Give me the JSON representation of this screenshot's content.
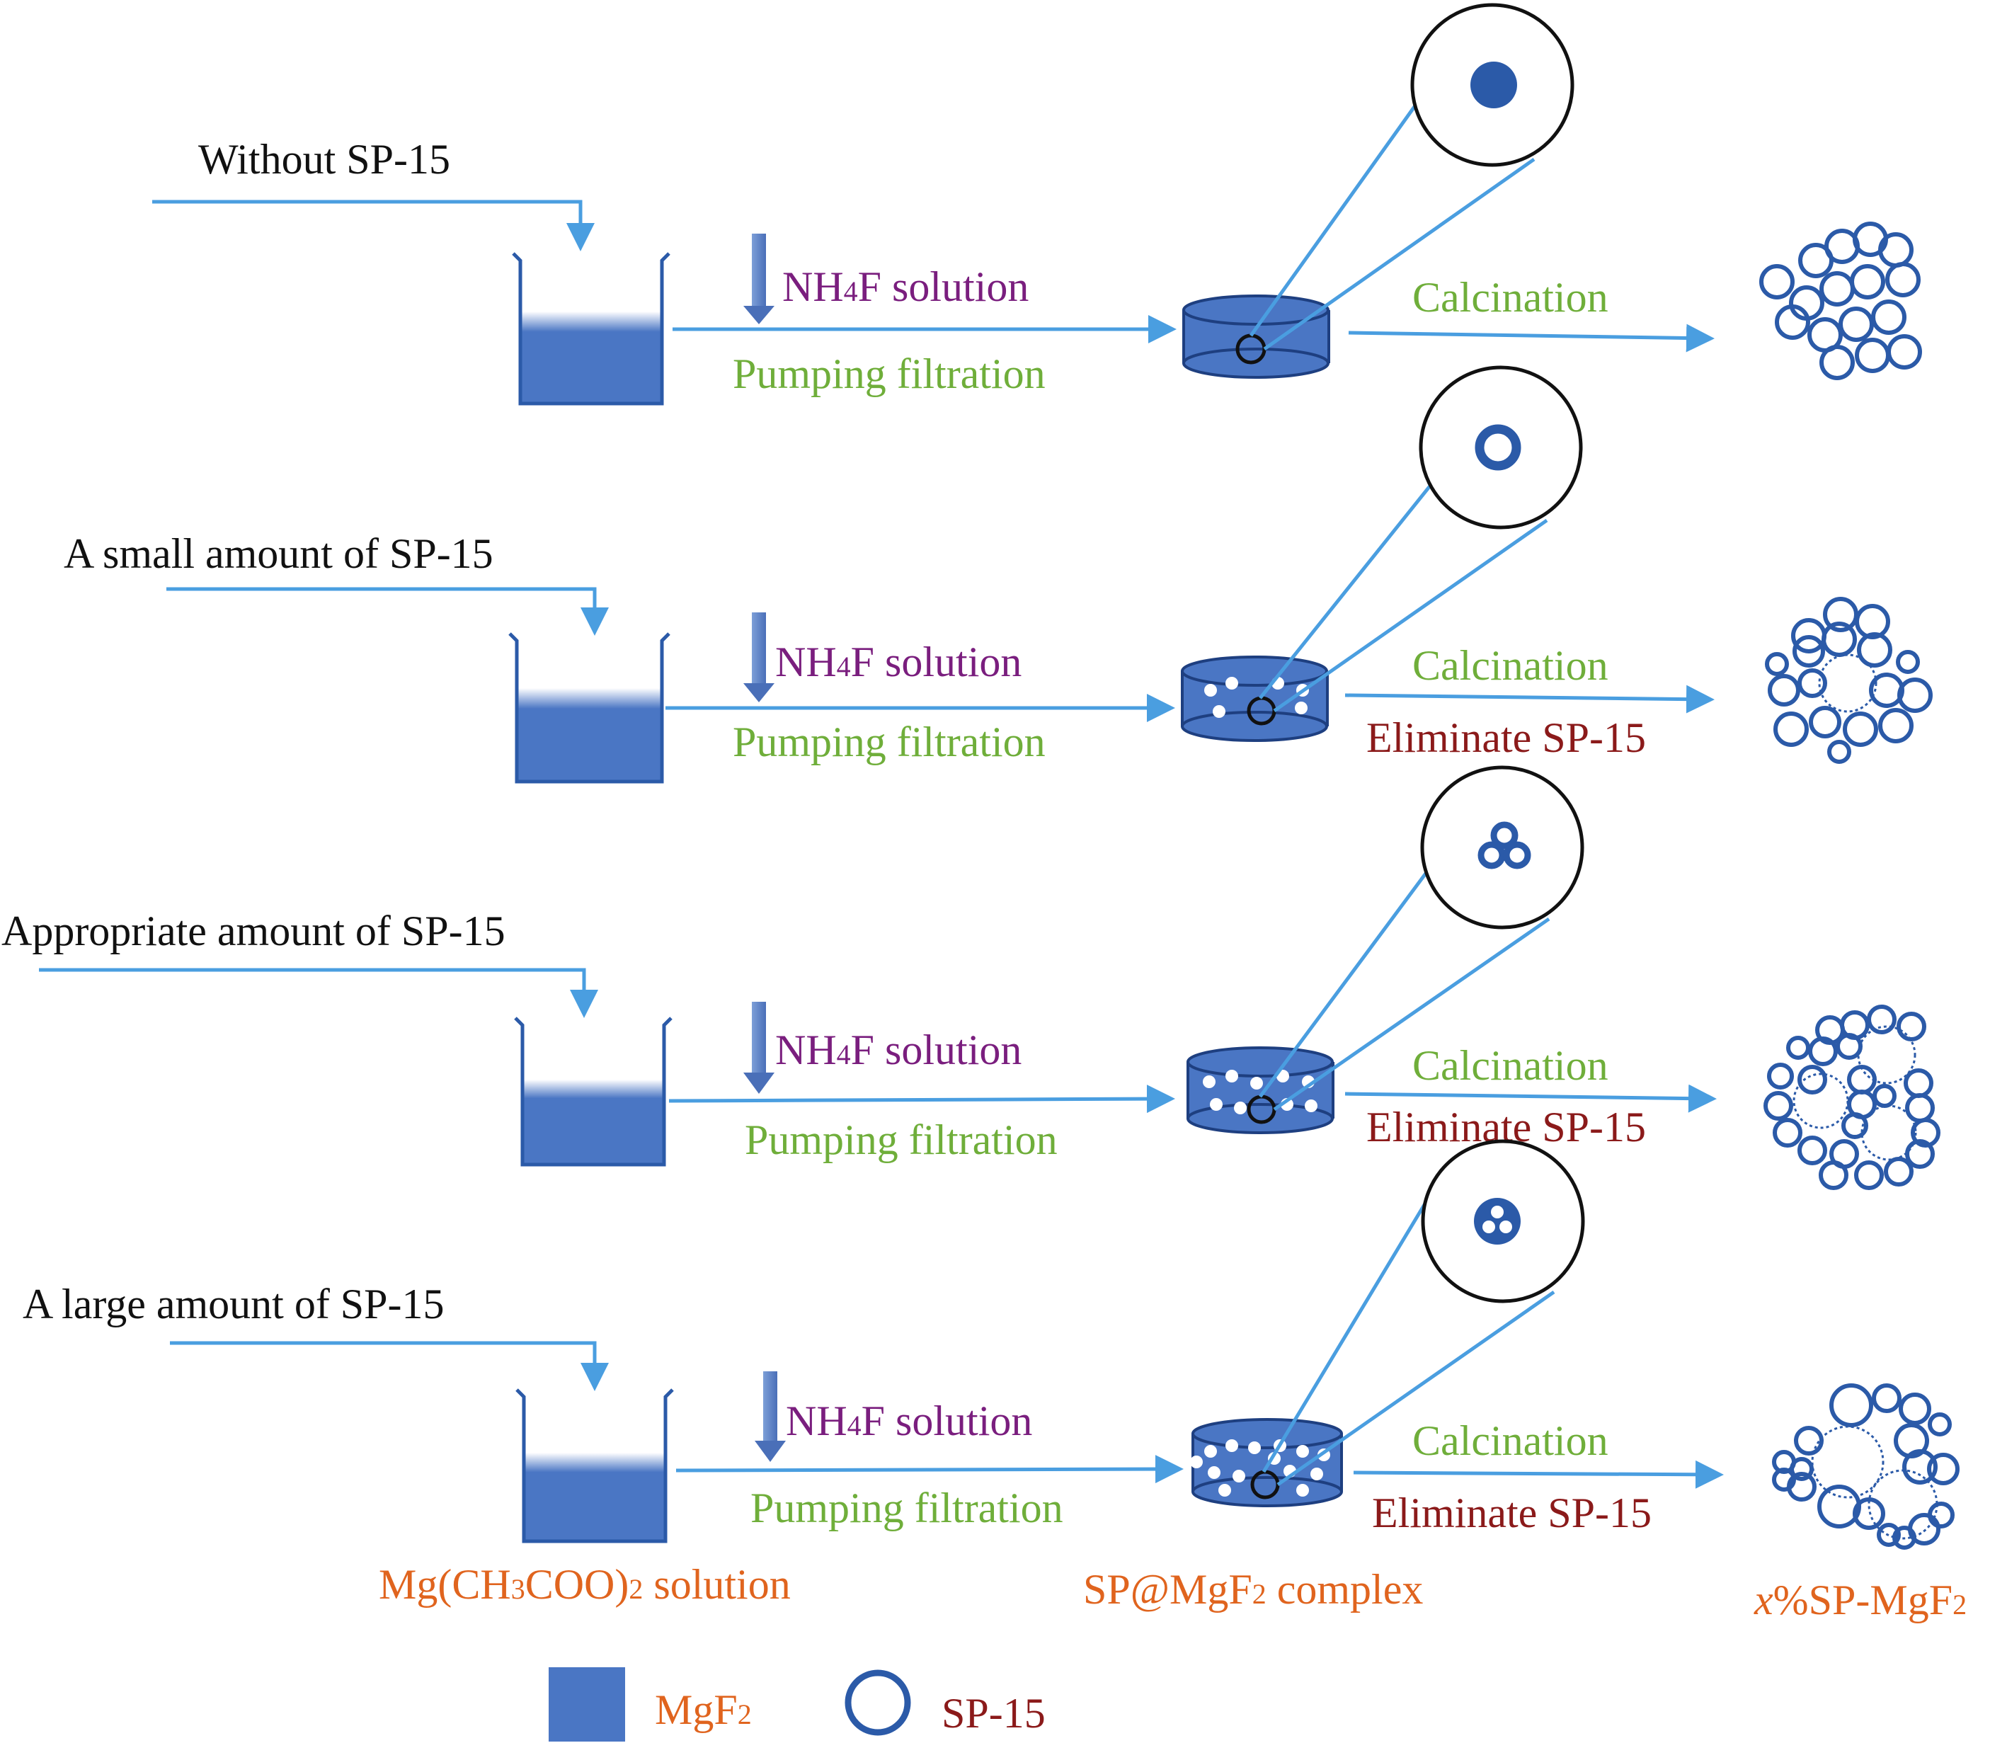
{
  "colors": {
    "mgf2": "#4a76c4",
    "mgf2_dark": "#2b5aa8",
    "flow_line": "#4a9ee0",
    "purple_text": "#7a1e7e",
    "green_text": "#6fae3a",
    "red_text": "#8b1a1a",
    "orange_text": "#e0641e"
  },
  "rows": [
    {
      "condition": "Without SP-15",
      "reagent_main": "NH",
      "reagent_sub": "4",
      "reagent_rest": "F solution",
      "process": "Pumping filtration",
      "step": "Calcination",
      "eliminate": "",
      "zoom_icon": "solid-dot-icon",
      "pores_in_disk": 0
    },
    {
      "condition": "A small amount of SP-15",
      "reagent_main": "NH",
      "reagent_sub": "4",
      "reagent_rest": "F solution",
      "process": "Pumping filtration",
      "step": "Calcination",
      "eliminate": "Eliminate SP-15",
      "zoom_icon": "ring-dot-icon",
      "pores_in_disk": 6
    },
    {
      "condition": "Appropriate amount of SP-15",
      "reagent_main": "NH",
      "reagent_sub": "4",
      "reagent_rest": "F solution",
      "process": "Pumping filtration",
      "step": "Calcination",
      "eliminate": "Eliminate SP-15",
      "zoom_icon": "triple-ring-icon",
      "pores_in_disk": 9
    },
    {
      "condition": "A large amount of SP-15",
      "reagent_main": "NH",
      "reagent_sub": "4",
      "reagent_rest": "F solution",
      "process": "Pumping filtration",
      "step": "Calcination",
      "eliminate": "Eliminate SP-15",
      "zoom_icon": "triple-hole-icon",
      "pores_in_disk": 14
    }
  ],
  "bottom_labels": {
    "solution_main": "Mg(CH",
    "solution_sub1": "3",
    "solution_mid": "COO)",
    "solution_sub2": "2",
    "solution_rest": " solution",
    "complex_main": "SP@MgF",
    "complex_sub": "2",
    "complex_rest": " complex",
    "product_italic": "x",
    "product_main": "%SP-MgF",
    "product_sub": "2"
  },
  "legend": {
    "mgf2_main": "MgF",
    "mgf2_sub": "2",
    "sp15": "SP-15"
  }
}
